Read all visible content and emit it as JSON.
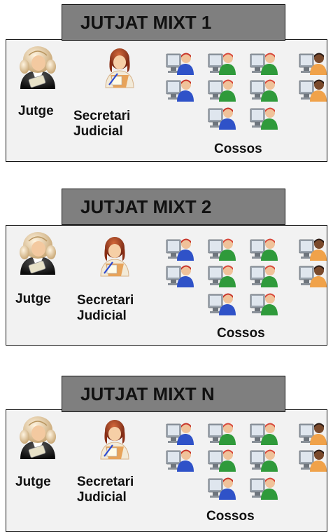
{
  "courts": [
    {
      "title": "JUTJAT MIXT 1",
      "judge_label": "Jutge",
      "secretary_label": [
        "Secretari",
        "Judicial"
      ],
      "staff_label": "Cossos"
    },
    {
      "title": "JUTJAT MIXT 2",
      "judge_label": "Jutge",
      "secretary_label": [
        "Secretari",
        "Judicial"
      ],
      "staff_label": "Cossos"
    },
    {
      "title": "JUTJAT MIXT N",
      "judge_label": "Jutge",
      "secretary_label": [
        "Secretari",
        "Judicial"
      ],
      "staff_label": "Cossos"
    }
  ],
  "icons": {
    "judge": "judge-icon",
    "secretary": "secretary-icon",
    "staff": [
      "worker-computer-blue-icon",
      "worker-computer-green-icon",
      "worker-computer-orange-icon"
    ]
  },
  "colors": {
    "title_tab": "#7f7f7f",
    "panel_bg": "#f2f2f2",
    "border": "#111111",
    "shirt_blue": "#2f52c8",
    "shirt_green": "#2f9a3b",
    "shirt_orange": "#f0a24a"
  }
}
